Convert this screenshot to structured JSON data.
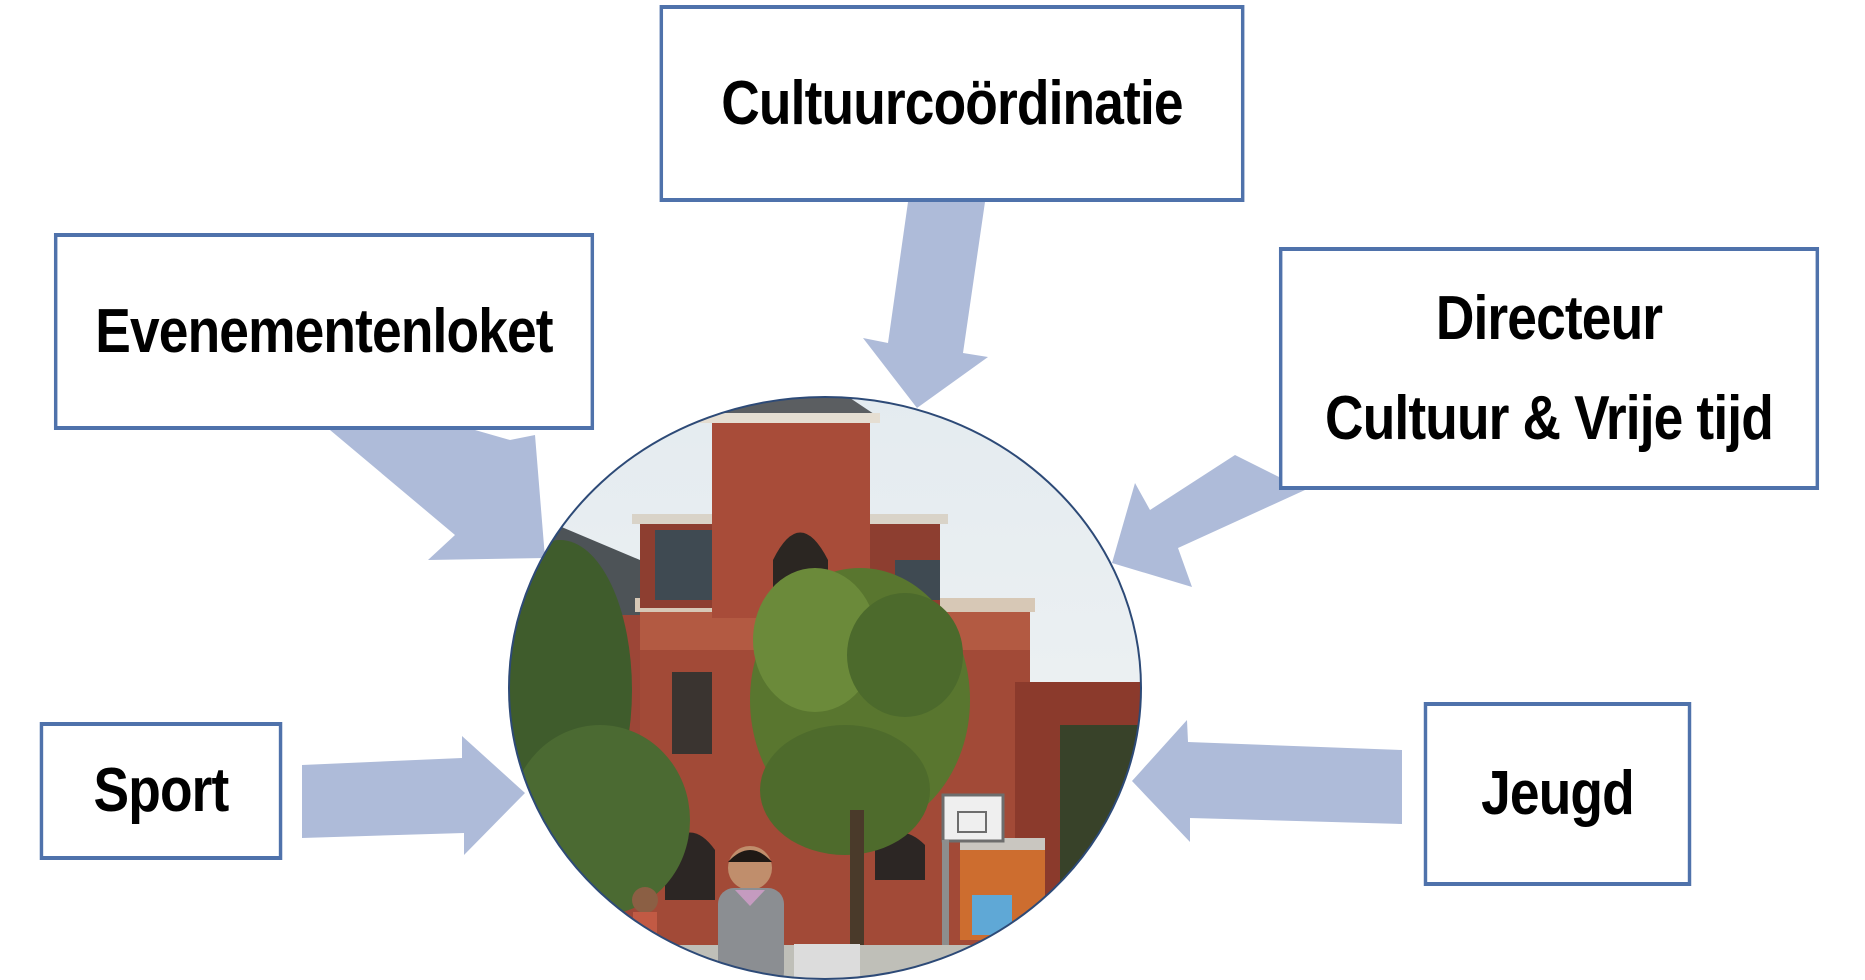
{
  "nodes": {
    "cultuurcoordinatie": "Cultuurcoördinatie",
    "evenementenloket": "Evenementenloket",
    "directeur": [
      "Directeur",
      "Cultuur & Vrije tijd"
    ],
    "sport": "Sport",
    "jeugd": "Jeugd"
  },
  "colors": {
    "box_border": "#4f72ab",
    "arrow_fill": "#aebbd9",
    "text": "#000000",
    "circle_outline": "#2d4a77"
  },
  "icons": [
    "building-photo"
  ]
}
